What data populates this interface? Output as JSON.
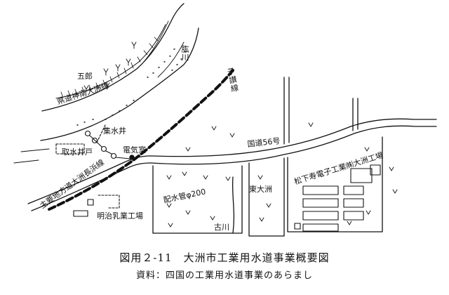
{
  "map": {
    "labels": {
      "goro": "五郎",
      "hiji_river": "肱川",
      "yosan_line": "予讃線",
      "prefroad_ozu": "県道神南大洲線",
      "intake_well_tr": "集水井",
      "intake_well_left": "取水井戸",
      "denkishitsu": "電気室",
      "route56": "国道56号",
      "matsushita": "松下寿電子工業㈱大洲工場",
      "higashiozu": "東大洲",
      "main_road": "主要地方道大洲長浜線",
      "pipe": "配水管φ200",
      "furukawa": "古川",
      "meiji": "明治乳業工場"
    }
  },
  "caption": {
    "figure": "図用２-11　大洲市工業用水道事業概要図",
    "source": "資料：四国の工業用水道事業のあらまし"
  }
}
